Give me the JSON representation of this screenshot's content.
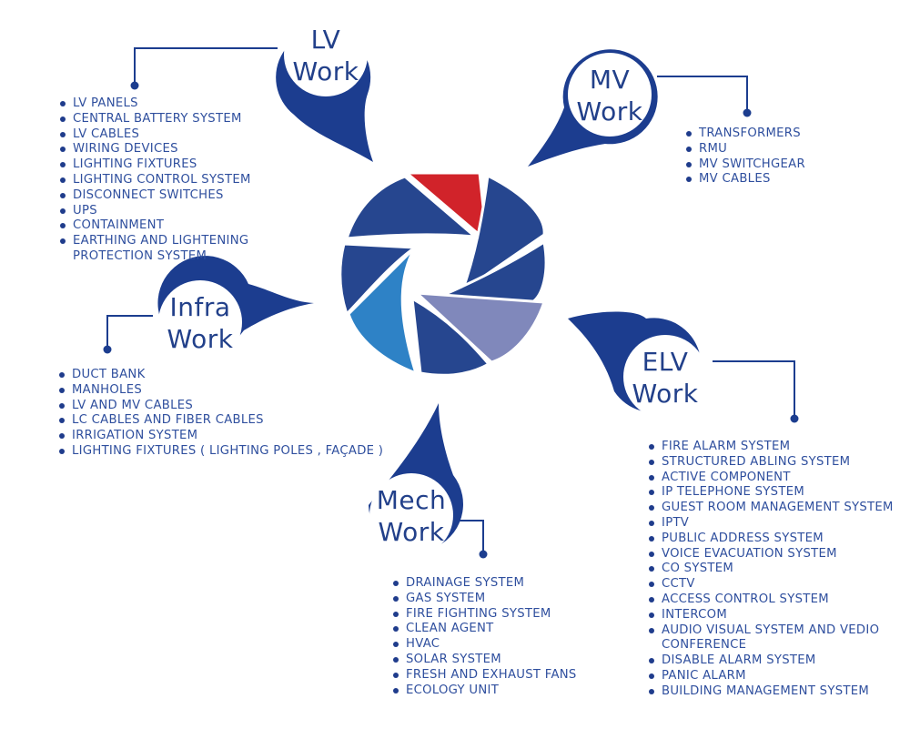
{
  "center_icon": {
    "name": "aperture-icon",
    "colors": {
      "dark": "#2a4a93",
      "red": "#d1232a",
      "light_blue": "#2e82c6",
      "lavender": "#8088bb"
    }
  },
  "colors": {
    "pin": "#1c3d8f",
    "text": "#2f4f9e",
    "title": "#22408a"
  },
  "groups": {
    "lv": {
      "title_line1": "LV",
      "title_line2": "Work",
      "items": [
        "LV PANELS",
        "CENTRAL BATTERY SYSTEM",
        "LV CABLES",
        "WIRING DEVICES",
        "LIGHTING FIXTURES",
        "LIGHTING CONTROL SYSTEM",
        "DISCONNECT SWITCHES",
        "UPS",
        "CONTAINMENT",
        "EARTHING AND LIGHTENING PROTECTION SYSTEM"
      ]
    },
    "mv": {
      "title_line1": "MV",
      "title_line2": "Work",
      "items": [
        "TRANSFORMERS",
        "RMU",
        "MV SWITCHGEAR",
        "MV CABLES"
      ]
    },
    "infra": {
      "title_line1": "Infra",
      "title_line2": "Work",
      "items": [
        "DUCT BANK",
        "MANHOLES",
        "LV  AND MV CABLES",
        "LC CABLES AND FIBER CABLES",
        "IRRIGATION SYSTEM",
        "LIGHTING FIXTURES ( LIGHTING POLES , FAÇADE )"
      ]
    },
    "elv": {
      "title_line1": "ELV",
      "title_line2": "Work",
      "items": [
        "FIRE ALARM SYSTEM",
        "STRUCTURED ABLING SYSTEM",
        "ACTIVE COMPONENT",
        "IP TELEPHONE SYSTEM",
        "GUEST ROOM MANAGEMENT SYSTEM",
        "IPTV",
        "PUBLIC ADDRESS SYSTEM",
        "VOICE EVACUATION SYSTEM",
        "CO SYSTEM",
        "CCTV",
        "ACCESS CONTROL SYSTEM",
        "INTERCOM",
        "AUDIO VISUAL SYSTEM AND VEDIO CONFERENCE",
        "DISABLE ALARM SYSTEM",
        "PANIC ALARM",
        "BUILDING MANAGEMENT SYSTEM"
      ]
    },
    "mech": {
      "title_line1": "Mech",
      "title_line2": "Work",
      "items": [
        "DRAINAGE SYSTEM",
        "GAS SYSTEM",
        "FIRE FIGHTING SYSTEM",
        "CLEAN AGENT",
        "HVAC",
        "SOLAR SYSTEM",
        "FRESH AND EXHAUST FANS",
        "ECOLOGY UNIT"
      ]
    }
  }
}
